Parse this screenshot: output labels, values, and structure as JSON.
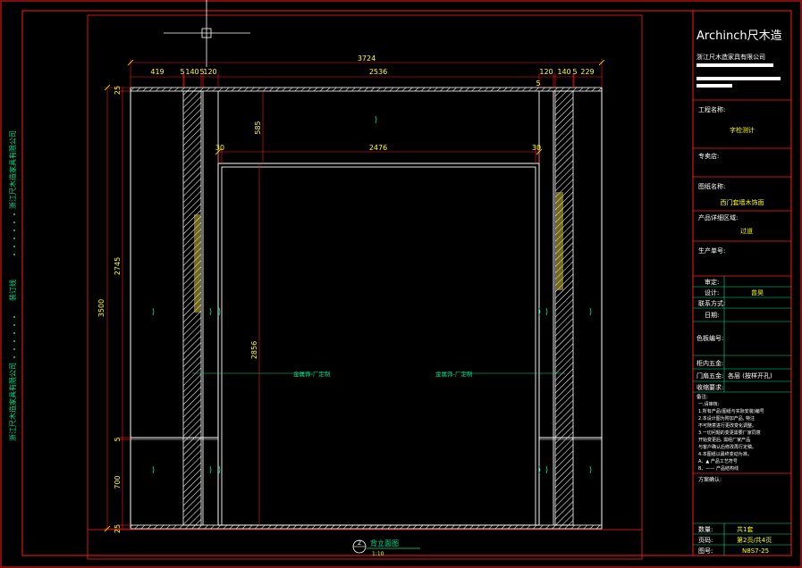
{
  "title_block": {
    "brand": "Archinch尺木造",
    "company": "浙江尺木造家具有限公司",
    "project_label": "工程名称:",
    "project_value": "字检测计",
    "client_label": "专卖店:",
    "drawing_label": "图纸名称:",
    "drawing_value": "西门套墙木饰面",
    "zone_label": "产品详细区域:",
    "zone_value": "过道",
    "order_label": "生产单号:",
    "rows": [
      {
        "label": "审定:",
        "value": ""
      },
      {
        "label": "设计:",
        "value": "曾昊"
      },
      {
        "label": "联系方式:",
        "value": ""
      },
      {
        "label": "日期:",
        "value": ""
      },
      {
        "label": "色板编号:",
        "value": ""
      },
      {
        "label": "柜内五金:",
        "value": ""
      },
      {
        "label": "门扇五金:",
        "value": "各层 (按样开孔)"
      },
      {
        "label": "收缩要求:",
        "value": ""
      }
    ],
    "notes_label": "备注:",
    "notes_lines": [
      "一,请审核:",
      "1.所有产品(图纸与实际安装)编号",
      "2.本设计图为附加产品, 特注",
      "  不可随意进行更改变化调整。",
      "3.一切问题的变更需要厂家同意",
      "  开始变更后, 需经厂家产品",
      "  与客户确认后修改再行定稿。",
      "4.本图纸以最终变动为准。"
    ],
    "legend_1": "A、▲ 产品工艺符号",
    "legend_2": "B、—— 产品结构线",
    "confirm_label": "方案确认:",
    "bottom_rows": [
      {
        "label": "数量:",
        "value": "共1套"
      },
      {
        "label": "页码:",
        "value": "第2页/共4页"
      },
      {
        "label": "图号:",
        "value": "N8S7-25"
      }
    ]
  },
  "side_labels": {
    "company_top": "浙江尺木造家具有限公司",
    "middle": "装订线",
    "company_bottom": "浙江尺木造家具有限公司"
  },
  "dimensions": {
    "total_width": "3724",
    "top_segments": [
      "419",
      "5",
      "140",
      "5",
      "120",
      "2536",
      "5",
      "120",
      "140",
      "5",
      "229"
    ],
    "inner_opening": "2476",
    "inner_left": "30",
    "inner_right": "30",
    "height_total": "3500",
    "left_segments": [
      "25",
      "2745",
      "5",
      "700",
      "25"
    ],
    "upper_gap": "585",
    "door_height": "2856"
  },
  "annotations": {
    "left_material": "金属饰-厂定制",
    "right_material": "金属饰-厂定制"
  },
  "drawing_caption": {
    "number": "2",
    "title": "背立面图",
    "scale": "1:10"
  },
  "colors": {
    "frame_red": "#ff1a1a",
    "outline_white": "#ffffff",
    "dimension_yellow": "#ffff00",
    "text_green": "#00e08a"
  }
}
